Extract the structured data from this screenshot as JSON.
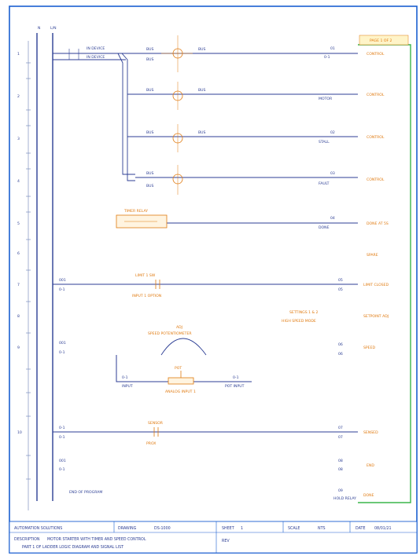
{
  "rail_top": {
    "left": "N",
    "right": "L/N"
  },
  "line_numbers": [
    "1",
    "2",
    "3",
    "4",
    "5",
    "6",
    "7",
    "8",
    "9",
    "10"
  ],
  "rungs": {
    "r1": {
      "input_a": "IN DEVICE",
      "input_b": "IN DEVICE",
      "tag1": "BUS",
      "tag2": "BUS",
      "tag3": "BUS",
      "wire": "0-1",
      "coil_num": "01",
      "label": "CONTROL"
    },
    "r2": {
      "tag1": "BUS",
      "tag2": "BUS",
      "wire": "MOTOR",
      "label": "CONTROL"
    },
    "r3": {
      "tag1": "BUS",
      "tag2": "BUS",
      "wire": "STALL",
      "coil_num": "02",
      "label": "CONTROL"
    },
    "r4": {
      "tag1": "BUS",
      "tag2": "BUS",
      "wire": "FAULT",
      "coil_num": "03",
      "label": "CONTROL"
    },
    "r5": {
      "timer_label": "TIMER RELAY",
      "wire": "DONE",
      "coil_num": "04",
      "label": "DONE AT 5S"
    },
    "r6": {
      "note": "SPARE"
    },
    "r7": {
      "top_left": "001",
      "bot_left": "0-1",
      "contact": "LIMIT 1 SW",
      "contact_sub": "INPUT 1 OPTION",
      "coil_num": "05",
      "coil_sub": "05",
      "label": "LIMIT CLOSED"
    },
    "r8": {
      "mid_note": "SETTINGS 1 & 2",
      "mid_note2": "HIGH SPEED MODE",
      "label": "SETPOINT ADJ"
    },
    "r9": {
      "top_left": "001",
      "bot_left": "0-1",
      "arc_top": "ADJ",
      "arc_label": "SPEED POTENTIOMETER",
      "sub_left": "0-1",
      "sub_left2": "INPUT",
      "sub_right": "0-1",
      "sub_right2": "POT INPUT",
      "pot_top": "POT",
      "pot_bot": "ANALOG INPUT 1",
      "coil_num": "06",
      "coil_sub": "06",
      "label": "SPEED"
    },
    "r10": {
      "top_left": "0-1",
      "bot_left": "0-1",
      "contact": "SENSOR",
      "contact_sub": "PROX",
      "coil_num": "07",
      "coil_sub": "07",
      "label": "SENSED"
    },
    "r11": {
      "top_left": "001",
      "bot_left": "0-1",
      "coil_num": "08",
      "coil_sub": "08",
      "label": "END"
    },
    "r12": {
      "end_text": "END OF PROGRAM",
      "coil_num": "09",
      "coil_sub": "HOLD RELAY",
      "label": "DONE"
    }
  },
  "header_box": "PAGE 1 OF 2",
  "title_block": {
    "company": "AUTOMATION SOLUTIONS",
    "drawing_no_label": "DRAWING",
    "drawing_no": "DS-1000",
    "desc_label": "DESCRIPTION",
    "desc": "MOTOR STARTER WITH TIMER AND SPEED CONTROL",
    "desc2": "PART 1 OF LADDER LOGIC DIAGRAM AND SIGNAL LIST",
    "sheet_label": "SHEET",
    "sheet_val": "1",
    "scale_label": "SCALE",
    "scale_val": "NTS",
    "date_label": "DATE",
    "date_val": "08/01/21",
    "rev_label": "REV"
  },
  "colors": {
    "wire_blue": "#2c3e94",
    "text_orange": "#e07a10",
    "rail_green": "#3ab54a",
    "frame_blue": "#1a5fd0"
  }
}
